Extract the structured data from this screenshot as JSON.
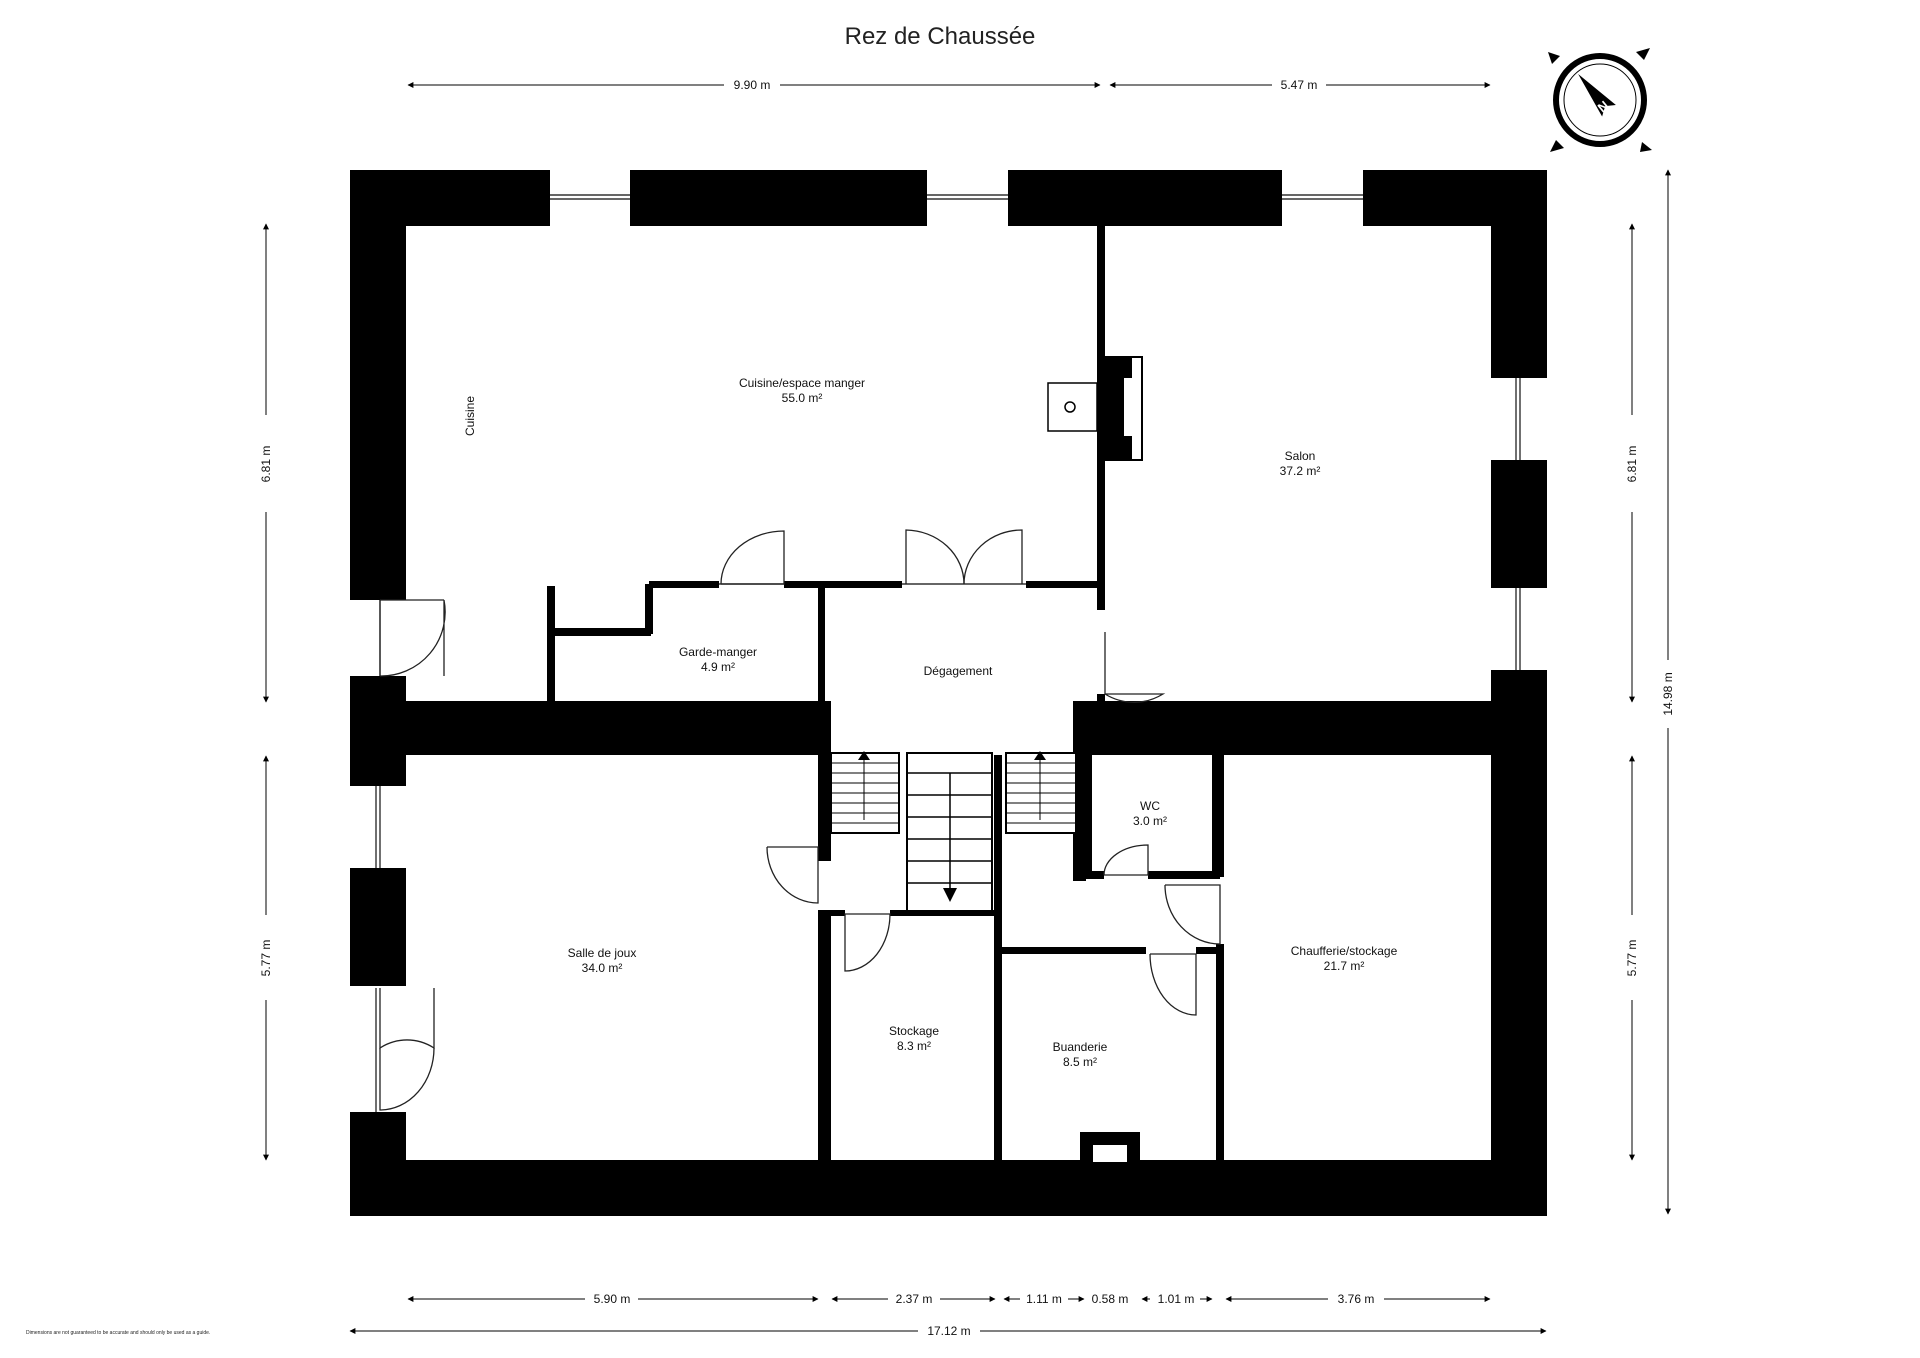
{
  "title": "Rez de Chaussée",
  "disclaimer": "Dimensions are not guaranteed to be accurate and should only be used as a guide.",
  "compass": {
    "label": "N"
  },
  "rooms": {
    "cuisine_label": "Cuisine",
    "kitchen_dining": {
      "name": "Cuisine/espace manger",
      "area": "55.0 m²"
    },
    "salon": {
      "name": "Salon",
      "area": "37.2 m²"
    },
    "garde_manger": {
      "name": "Garde-manger",
      "area": "4.9 m²"
    },
    "degagement": {
      "name": "Dégagement"
    },
    "wc": {
      "name": "WC",
      "area": "3.0 m²"
    },
    "salle_de_joux": {
      "name": "Salle de joux",
      "area": "34.0 m²"
    },
    "stockage": {
      "name": "Stockage",
      "area": "8.3 m²"
    },
    "buanderie": {
      "name": "Buanderie",
      "area": "8.5 m²"
    },
    "chaufferie": {
      "name": "Chaufferie/stockage",
      "area": "21.7 m²"
    }
  },
  "dimensions": {
    "top_left": "9.90 m",
    "top_right": "5.47 m",
    "left_upper": "6.81 m",
    "left_lower": "5.77 m",
    "right_upper": "6.81 m",
    "right_lower": "5.77 m",
    "right_total": "14.98 m",
    "bottom_1": "5.90 m",
    "bottom_2": "2.37 m",
    "bottom_3": "1.11 m",
    "bottom_4": "0.58 m",
    "bottom_5": "1.01 m",
    "bottom_6": "3.76 m",
    "bottom_total": "17.12 m"
  }
}
